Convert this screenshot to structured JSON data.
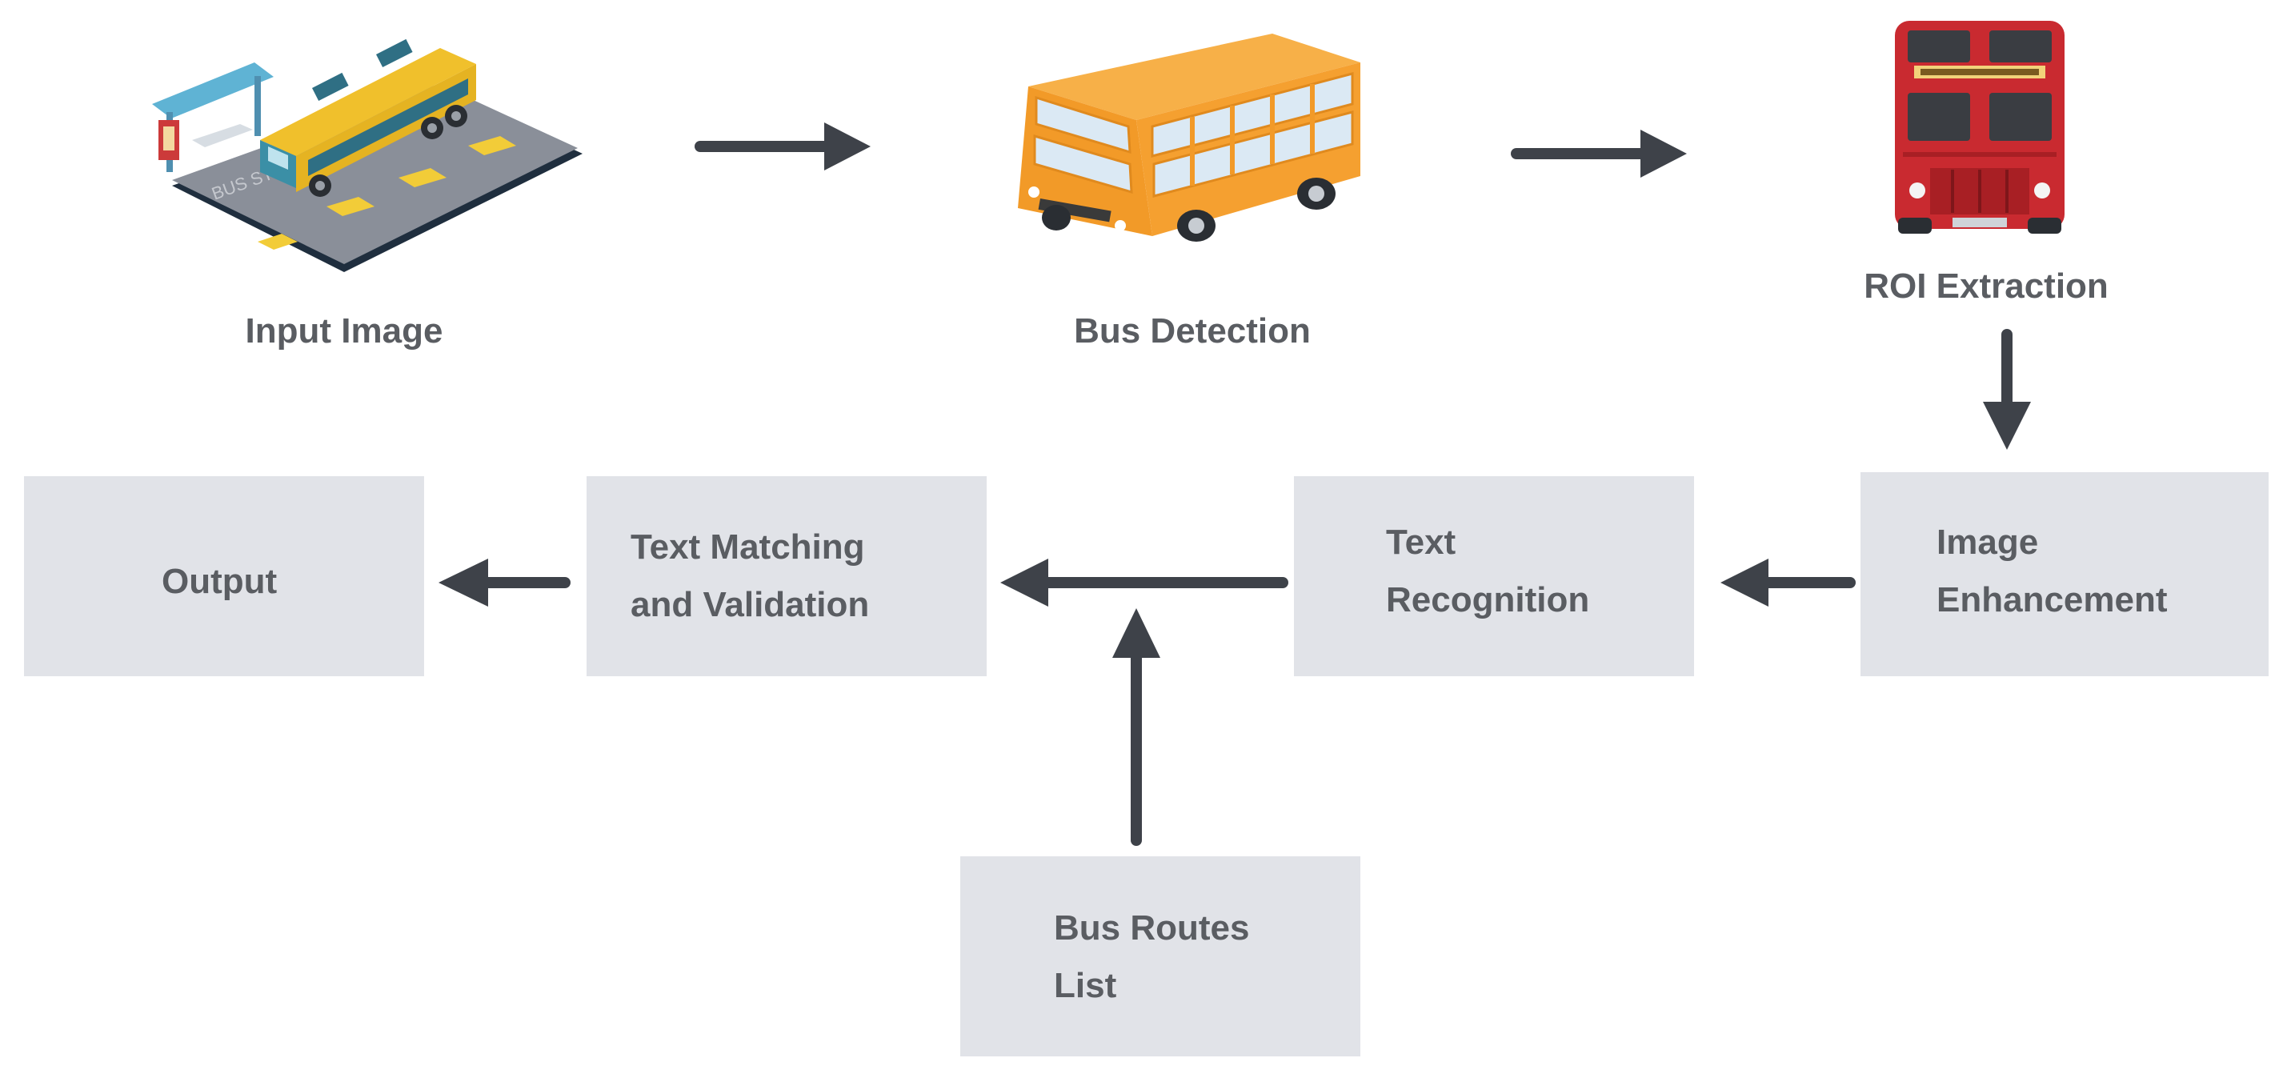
{
  "colors": {
    "box_fill": "#e1e3e8",
    "label": "#5a5d62",
    "arrow": "#3e4249",
    "background": "#ffffff",
    "yellow_bus": "#f2cc38",
    "orange_bus": "#f5a030",
    "red_bus": "#c92a30"
  },
  "stages": {
    "input_image": {
      "label": "Input Image",
      "icon": "bus-stop-scene-icon"
    },
    "bus_detection": {
      "label": "Bus Detection",
      "icon": "orange-bus-icon"
    },
    "roi_extraction": {
      "label": "ROI Extraction",
      "icon": "red-double-decker-icon"
    }
  },
  "boxes": {
    "output": {
      "lines": [
        "Output"
      ]
    },
    "text_matching": {
      "lines": [
        "Text Matching",
        "and Validation"
      ]
    },
    "text_recognition": {
      "lines": [
        "Text",
        "Recognition"
      ]
    },
    "image_enhancement": {
      "lines": [
        "Image",
        "Enhancement"
      ]
    },
    "bus_routes": {
      "lines": [
        "Bus Routes",
        "List"
      ]
    }
  }
}
